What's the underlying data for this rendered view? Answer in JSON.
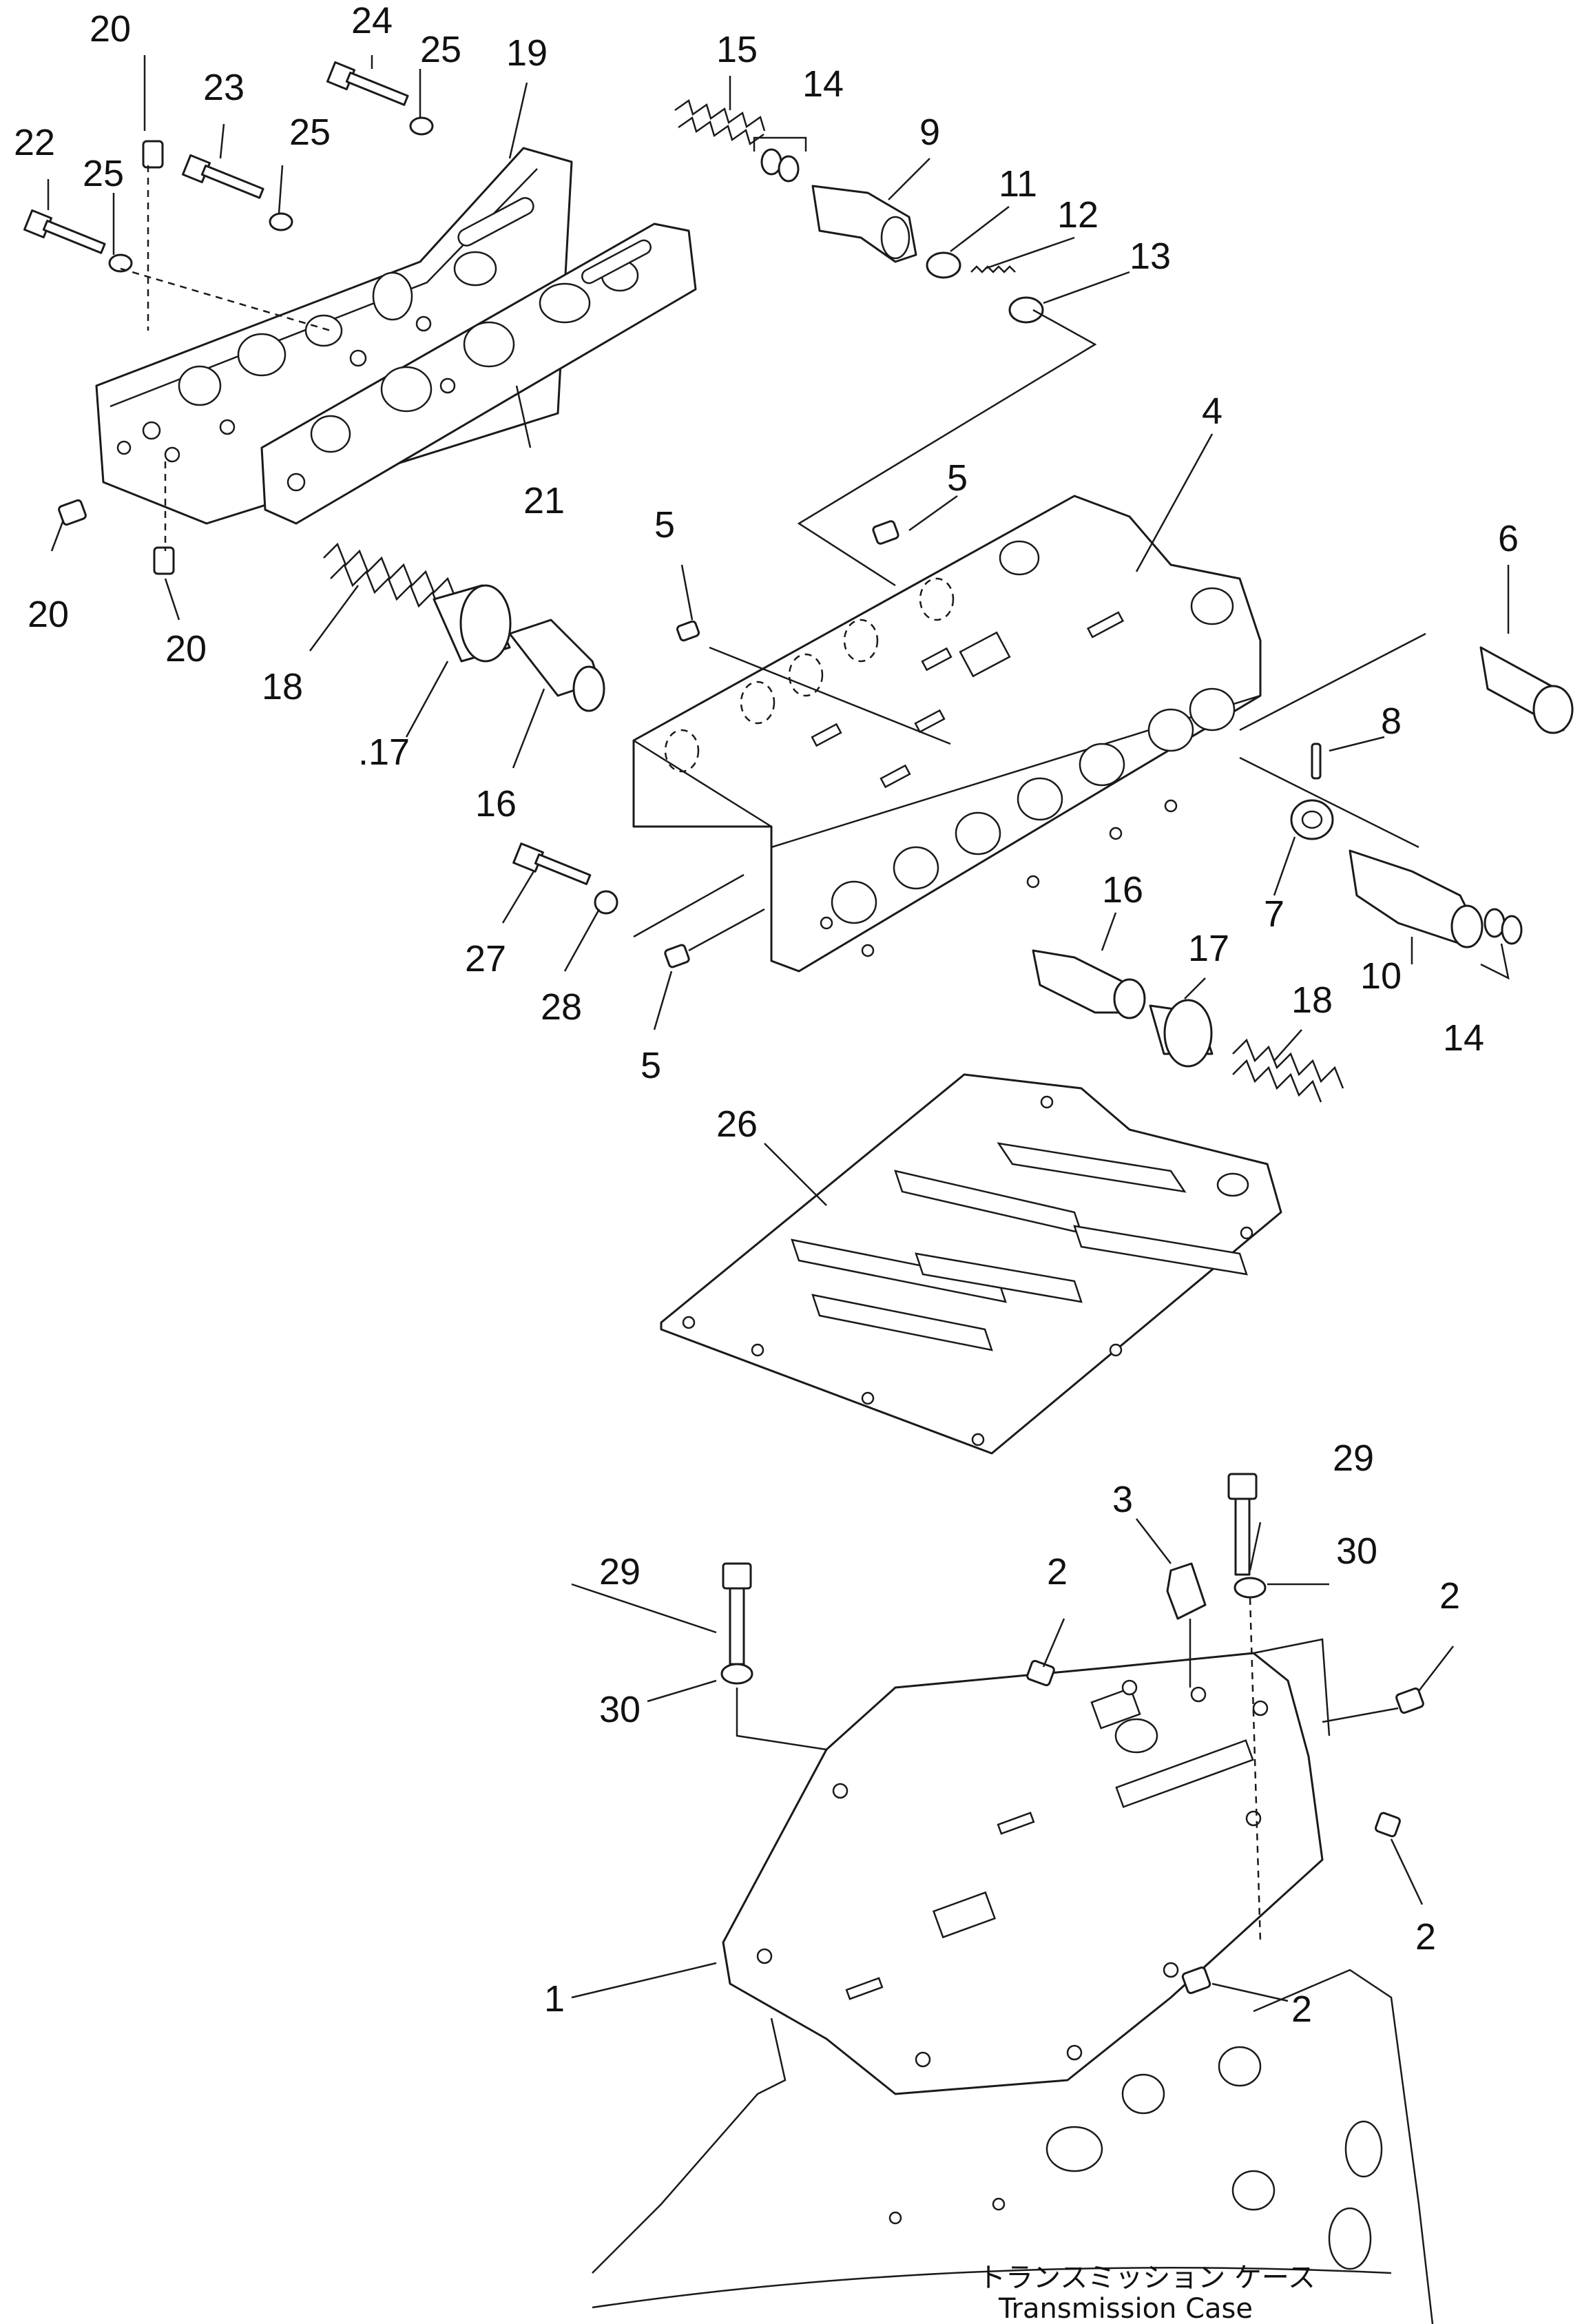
{
  "figure": {
    "caption_jp": "トランスミッション ケース",
    "caption_en": "Transmission Case"
  },
  "callouts": {
    "c1": "1",
    "c2a": "2",
    "c2b": "2",
    "c2c": "2",
    "c2d": "2",
    "c3": "3",
    "c4": "4",
    "c5a": "5",
    "c5b": "5",
    "c5c": "5",
    "c6": "6",
    "c7": "7",
    "c8": "8",
    "c9": "9",
    "c10": "10",
    "c11": "11",
    "c12": "12",
    "c13": "13",
    "c14a": "14",
    "c14b": "14",
    "c15": "15",
    "c16a": "16",
    "c16b": "16",
    "c17a": ".17",
    "c17b": "17",
    "c18a": "18",
    "c18b": "18",
    "c19": "19",
    "c20a": "20",
    "c20b": "20",
    "c20c": "20",
    "c21": "21",
    "c22": "22",
    "c23": "23",
    "c24": "24",
    "c25a": "25",
    "c25b": "25",
    "c25c": "25",
    "c26": "26",
    "c27": "27",
    "c28": "28",
    "c29a": "29",
    "c29b": "29",
    "c30a": "30",
    "c30b": "30"
  }
}
